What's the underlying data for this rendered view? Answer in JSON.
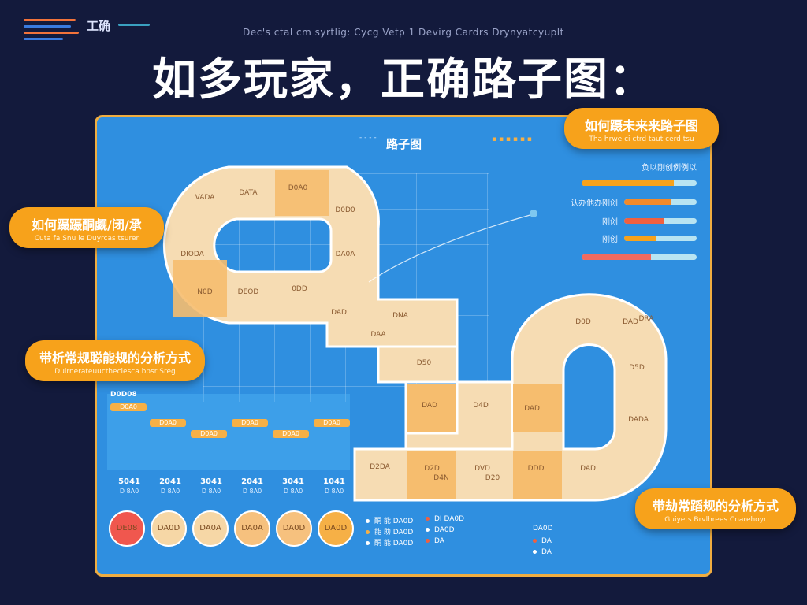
{
  "header": {
    "logo_text": "工确",
    "subtitle": "Dec's ctal cm syrtlig: Cycg Vetp 1 Devirg Cardrs Drynyatcyuplt",
    "title": "如多玩家，正确路子图："
  },
  "panel": {
    "title": "路子图",
    "title_dots_left": "- - - -",
    "title_dots_right": "▪ ▪ ▪ ▪ ▪ ▪"
  },
  "callouts": [
    {
      "title": "如何蹑未来来路子图",
      "sub": "Tha hrwe ci ctrd taut cerd tsu"
    },
    {
      "title": "如何蹑蹑酮觑/闭/承",
      "sub": "Cuta fa Snu le Duyrcas tsurer"
    },
    {
      "title": "带析常规聪能规的分析方式",
      "sub": "Duirnerateuuctheclesca bpsr Sreg"
    },
    {
      "title": "带劫常蹈规的分析方式",
      "sub": "Guiyets Brvlhrees Cnarehoyr"
    }
  ],
  "route": {
    "cells": [
      "VADA",
      "DATA",
      "D0A0",
      "D0D0",
      "DIODA",
      "DA0A",
      "N0D",
      "DEOD",
      "0DD",
      "DAD",
      "DNA",
      "D50",
      "DAD",
      "D4D",
      "DAD",
      "D0D",
      "D5D",
      "DADA",
      "D2DA",
      "D2D",
      "DVD",
      "DDD",
      "DAD",
      "DAD",
      "DAA",
      "DRA",
      "D4N",
      "D20"
    ]
  },
  "stats": {
    "title": "负以刚创例例以",
    "items": [
      {
        "label": "",
        "value": 0.8,
        "color": "#f7a21b"
      },
      {
        "label": "认办他办刚创",
        "value": 0.65,
        "color": "#f28a2a"
      },
      {
        "label": "刚创",
        "value": 0.55,
        "color": "#f06040"
      },
      {
        "label": "刚创",
        "value": 0.45,
        "color": "#f7a21b"
      },
      {
        "label": "",
        "value": 0.6,
        "color": "#f06a60"
      }
    ]
  },
  "timeline": {
    "title": "D0D08",
    "chips": [
      "D0A0",
      "D0A0",
      "D0A0",
      "D0A0",
      "D0A0",
      "D0A0"
    ],
    "dates": [
      {
        "day": "5041",
        "sub": "D 8A0"
      },
      {
        "day": "2041",
        "sub": "D 8A0"
      },
      {
        "day": "3041",
        "sub": "D 8A0"
      },
      {
        "day": "2041",
        "sub": "D 8A0"
      },
      {
        "day": "3041",
        "sub": "D 8A0"
      },
      {
        "day": "1041",
        "sub": "D 8A0"
      }
    ]
  },
  "circles": [
    {
      "label": "DE08",
      "color": "#f0574e"
    },
    {
      "label": "DA0D",
      "color": "#f6d7a6"
    },
    {
      "label": "DA0A",
      "color": "#f6d7a6"
    },
    {
      "label": "DA0A",
      "color": "#f6c17e"
    },
    {
      "label": "DA0D",
      "color": "#f6c17e"
    },
    {
      "label": "DA0D",
      "color": "#f6b046"
    }
  ],
  "legend": {
    "left": [
      {
        "label": "酮 能 DA0D",
        "color": "#ffffff"
      },
      {
        "label": "能 助 DA0D",
        "color": "#f6b046"
      },
      {
        "label": "酮 能 DA0D",
        "color": "#ffffff"
      }
    ],
    "middle": [
      {
        "label": "DI DA0D",
        "color": "#f06040"
      },
      {
        "label": "DA0D",
        "color": "#ffffff"
      },
      {
        "label": "DA",
        "color": "#f06040"
      }
    ],
    "right_title": "DA0D",
    "right": [
      {
        "label": "DA",
        "color": "#f06040"
      },
      {
        "label": "DA",
        "color": "#ffffff"
      }
    ]
  },
  "colors": {
    "background": "#131a3c",
    "panel": "#2f8fe0",
    "accent": "#f7a21b",
    "route": "#f6dcb3"
  }
}
